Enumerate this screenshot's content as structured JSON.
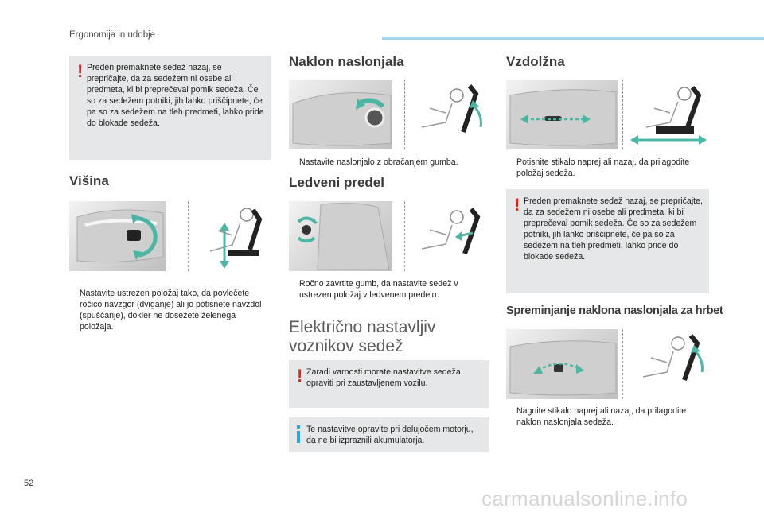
{
  "header": {
    "section_title": "Ergonomija in udobje"
  },
  "footer": {
    "page_number": "52",
    "watermark": "carmanualsonline.info"
  },
  "colors": {
    "accent": "#a9d4e6",
    "warning": "#e2231a",
    "info": "#2aa6d8",
    "arrow": "#4cb6a4",
    "note_bg": "#e6e7e8"
  },
  "icons": {
    "bullet": "square-bullet-icon",
    "warning": "warning-icon",
    "info": "info-icon"
  },
  "warning_top": "Preden premaknete sedež nazaj, se prepričajte, da za sedežem ni osebe ali predmeta, ki bi preprečeval pomik sedeža. Če so za sedežem potniki, jih lahko priščipnete, če pa so za sedežem na tleh predmeti, lahko pride do blokade sedeža.",
  "visina": {
    "title": "Višina",
    "bullet": "",
    "text": "Nastavite ustrezen položaj tako, da povlečete ročico navzgor (dviganje) ali jo potisnete navzdol (spuščanje), dokler ne dosežete želenega položaja."
  },
  "naklon": {
    "title": "Naklon naslonjala",
    "bullet": "",
    "text": "Nastavite naslonjalo z obračanjem gumba."
  },
  "ledveni": {
    "title": "Ledveni predel",
    "bullet": "",
    "text": "Ročno zavrtite gumb, da nastavite sedež v ustrezen položaj v ledvenem predelu."
  },
  "elektricno": {
    "title_line1": "Električno nastavljiv",
    "title_line2": "voznikov sedež",
    "warning": "Zaradi varnosti morate nastavitve sedeža opraviti pri zaustavljenem vozilu.",
    "info": "Te nastavitve opravite pri delujočem motorju, da ne bi izpraznili akumulatorja."
  },
  "vzdolzna": {
    "title": "Vzdolžna",
    "bullet": "",
    "text": "Potisnite stikalo naprej ali nazaj, da prilagodite položaj sedeža.",
    "warning": "Preden premaknete sedež nazaj, se prepričajte, da za sedežem ni osebe ali predmeta, ki bi preprečeval pomik sedeža. Če so za sedežem potniki, jih lahko priščipnete, če pa so za sedežem na tleh predmeti, lahko pride do blokade sedeža."
  },
  "spreminjanje": {
    "title": "Spreminjanje naklona naslonjala za hrbet",
    "bullet": "",
    "text": "Nagnite stikalo naprej ali nazaj, da prilagodite naklon naslonjala sedeža."
  }
}
